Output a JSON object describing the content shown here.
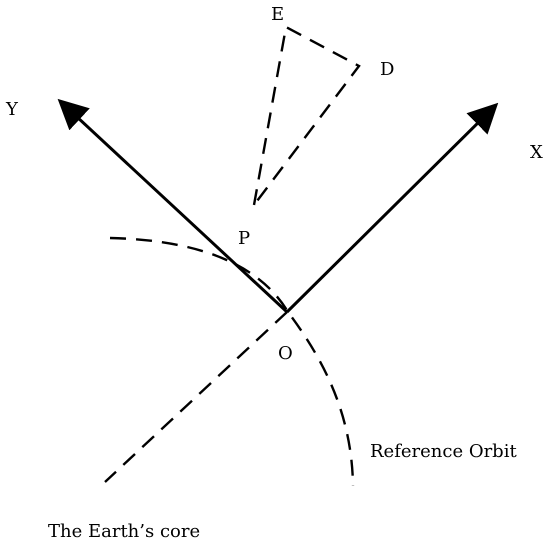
{
  "labels": {
    "e": "E",
    "d": "D",
    "y": "Y",
    "x": "X",
    "p": "P",
    "o": "O",
    "orbit": "Reference Orbit",
    "core": "The Earth’s core"
  }
}
